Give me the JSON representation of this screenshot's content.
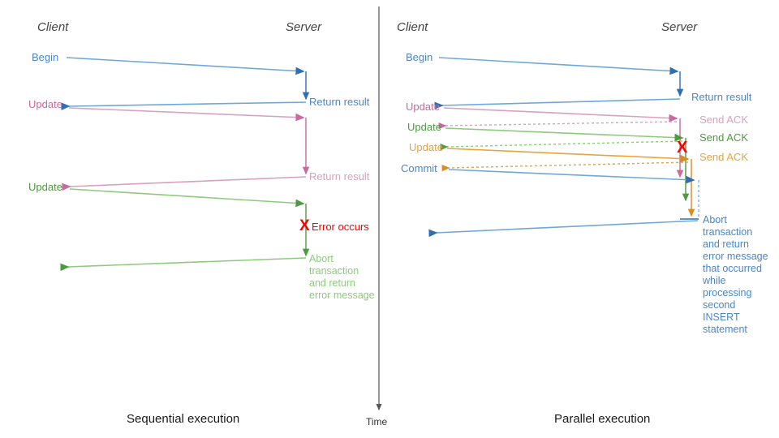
{
  "colors": {
    "blue": "#4a86c8",
    "blue_dark": "#2f6eb5",
    "pink": "#c86a9e",
    "pink_light": "#d9a0c0",
    "green": "#4f9a41",
    "green_light": "#8fc97e",
    "orange": "#e8a33d",
    "orange_dark": "#d98c1f",
    "red": "#ff0000",
    "axis": "#555555",
    "lane_text": "#444444",
    "caption_text": "#1a1a1a"
  },
  "time_axis": {
    "label": "Time"
  },
  "left_panel": {
    "caption": "Sequential execution",
    "lanes": {
      "client": "Client",
      "server": "Server"
    },
    "messages": [
      {
        "label": "Begin",
        "color_key": "blue"
      },
      {
        "label": "Update",
        "color_key": "pink"
      },
      {
        "label": "Update",
        "color_key": "green"
      }
    ],
    "server_labels": [
      {
        "label": "Return result",
        "color_key": "blue"
      },
      {
        "label": "Return result",
        "color_key": "pink"
      }
    ],
    "error": {
      "mark": "X",
      "label": "Error occurs"
    },
    "abort_note": "Abort\ntransaction\nand return\nerror message"
  },
  "right_panel": {
    "caption": "Parallel execution",
    "lanes": {
      "client": "Client",
      "server": "Server"
    },
    "messages": [
      {
        "label": "Begin",
        "color_key": "blue"
      },
      {
        "label": "Update",
        "color_key": "pink"
      },
      {
        "label": "Update",
        "color_key": "green"
      },
      {
        "label": "Update",
        "color_key": "orange"
      },
      {
        "label": "Commit",
        "color_key": "blue"
      }
    ],
    "server_labels": [
      {
        "label": "Return result",
        "color_key": "blue"
      },
      {
        "label": "Send ACK",
        "color_key": "pink"
      },
      {
        "label": "Send ACK",
        "color_key": "green"
      },
      {
        "label": "Send ACK",
        "color_key": "orange"
      }
    ],
    "error": {
      "mark": "X"
    },
    "abort_note": "Abort\ntransaction\nand return\nerror message\nthat occurred\nwhile\nprocessing\nsecond\nINSERT\nstatement"
  }
}
